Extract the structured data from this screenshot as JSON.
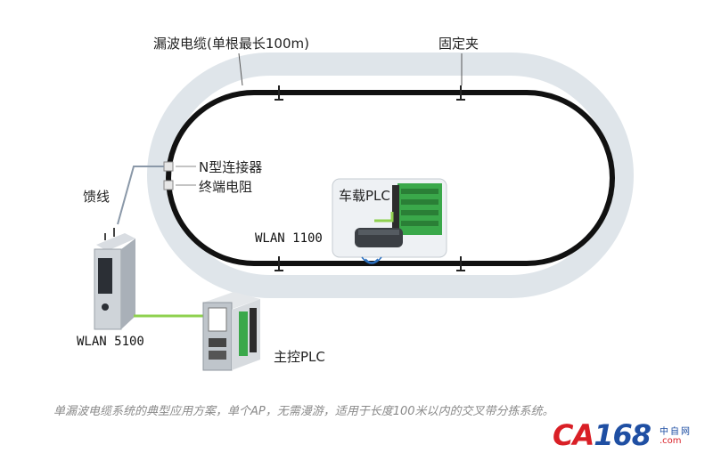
{
  "diagram": {
    "labels": {
      "leaky_cable": "漏波电缆(单根最长100m)",
      "fixing_clip": "固定夹",
      "n_connector": "N型连接器",
      "terminator": "终端电阻",
      "feeder": "馈线",
      "vehicle_plc": "车载PLC",
      "wlan_1100": "WLAN 1100",
      "wlan_5100": "WLAN 5100",
      "master_plc": "主控PLC"
    },
    "colors": {
      "track_band": "#dfe5ea",
      "cable": "#111111",
      "feeder_line": "#8a98a8",
      "ethernet": "#8fd14f",
      "plc_green": "#3aa84a"
    }
  },
  "caption": "单漏波电缆系统的典型应用方案，单个AP，无需漫游，适用于长度100米以内的交叉带分拣系统。",
  "logo": {
    "main_ca": "CA",
    "main_num": "168",
    "tag_cn": "中自网",
    "tag_domain": ".com"
  }
}
